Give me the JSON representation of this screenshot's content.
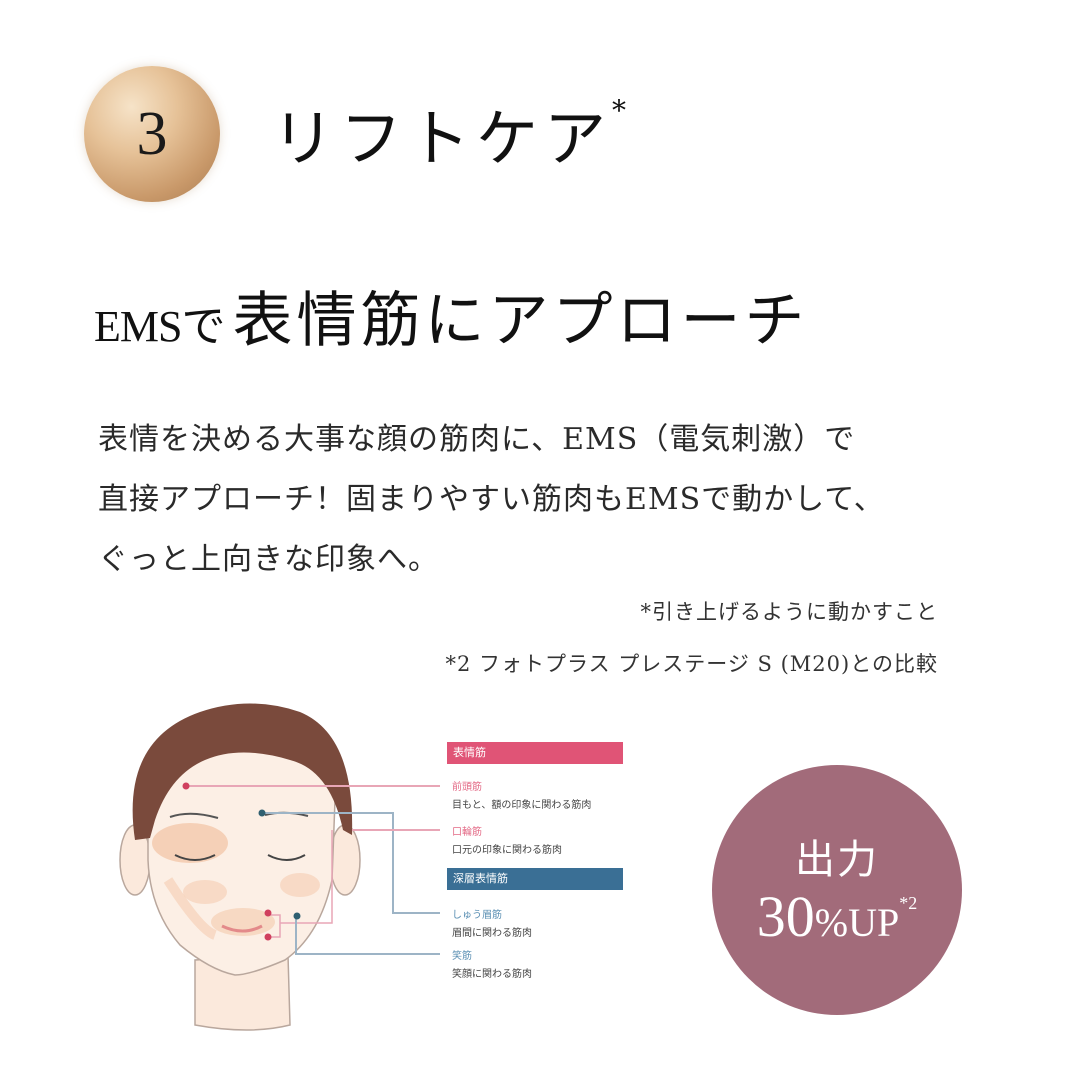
{
  "header": {
    "step_number": "3",
    "title": "リフトケア",
    "title_mark": "*"
  },
  "subheading": {
    "prefix": "EMSで",
    "main": "表情筋にアプローチ"
  },
  "body": {
    "lines": [
      "表情を決める大事な顔の筋肉に、EMS（電気刺激）で",
      "直接アプローチ！固まりやすい筋肉もEMSで動かして、",
      "ぐっと上向きな印象へ。"
    ]
  },
  "notes": {
    "note1": "*引き上げるように動かすこと",
    "note2": "*2  フォトプラス  プレステージ S (M20)との比較"
  },
  "diagram": {
    "colors": {
      "pink": "#e05476",
      "blue": "#3a6f95",
      "hair": "#7a4a3c",
      "skin": "#fbe9dc"
    },
    "groups": [
      {
        "header": "表情筋",
        "color": "pink",
        "muscles": [
          {
            "name": "前頭筋",
            "desc": "目もと、額の印象に関わる筋肉"
          },
          {
            "name": "口輪筋",
            "desc": "口元の印象に関わる筋肉"
          }
        ]
      },
      {
        "header": "深層表情筋",
        "color": "blue",
        "muscles": [
          {
            "name": "しゅう眉筋",
            "desc": "眉間に関わる筋肉"
          },
          {
            "name": "笑筋",
            "desc": "笑顔に関わる筋肉"
          }
        ]
      }
    ]
  },
  "badge_circle": {
    "line1": "出力",
    "value": "30",
    "unit": "%UP",
    "footnote": "*2",
    "color": "#a26b7a"
  }
}
